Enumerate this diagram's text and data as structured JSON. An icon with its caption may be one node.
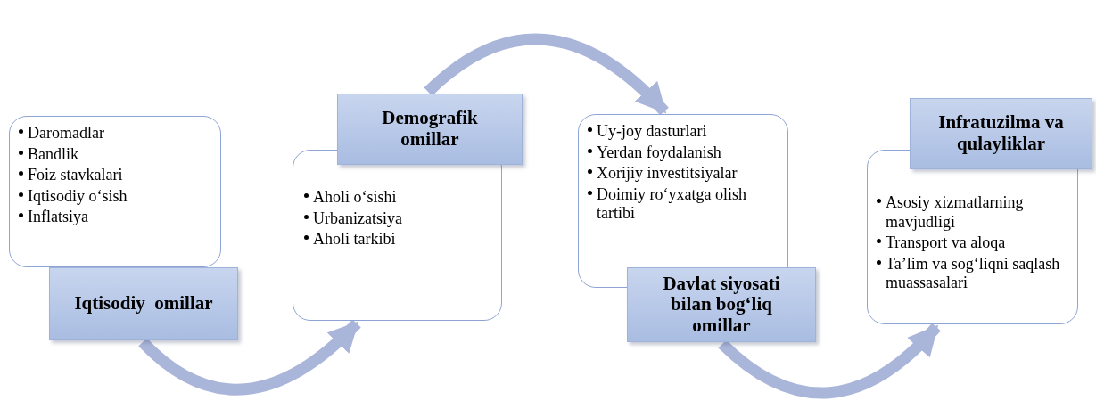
{
  "diagram": {
    "nodes": [
      {
        "text": [
          "Daromadlar",
          "Bandlik",
          "Foiz stavkalari",
          "Iqtisodiy o‘sish",
          "Inflatsiya"
        ]
      },
      {
        "text": [
          "Iqtisodiy  omillar"
        ]
      },
      {
        "text": [
          "Demografik omillar"
        ]
      },
      {
        "text": [
          "Aholi o‘sishi",
          "Urbanizatsiya",
          "Aholi tarkibi"
        ]
      },
      {
        "text": [
          "Uy-joy dasturlari",
          "Yerdan foydalanish",
          "Xorijiy investitsiyalar",
          "Doimiy ro‘yxatga olish tartibi"
        ]
      },
      {
        "text": [
          "Davlat siyosati bilan bog‘liq omillar"
        ]
      },
      {
        "text": [
          "Infratuzilma va qulayliklar"
        ]
      },
      {
        "text": [
          "Asosiy xizmatlarning mavjudligi",
          "Transport va aloqa",
          "Ta’lim va sog‘liqni saqlash muassasalari"
        ]
      }
    ],
    "edges": [
      {
        "from": 1,
        "to": 3,
        "arrow": "to"
      },
      {
        "from": 2,
        "to": 4,
        "arrow": "to"
      },
      {
        "from": 5,
        "to": 7,
        "arrow": "to"
      }
    ]
  }
}
